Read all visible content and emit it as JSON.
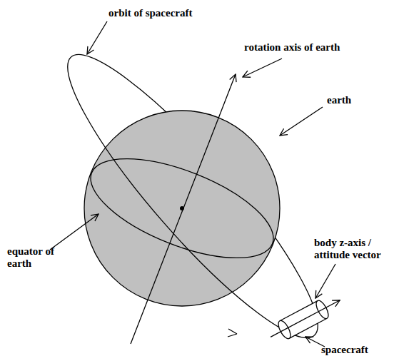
{
  "diagram": {
    "labels": [
      "orbit of spacecraft",
      "rotation axis of earth",
      "earth",
      "equator of earth",
      "body z-axis / attitude vector",
      "spacecraft"
    ]
  }
}
